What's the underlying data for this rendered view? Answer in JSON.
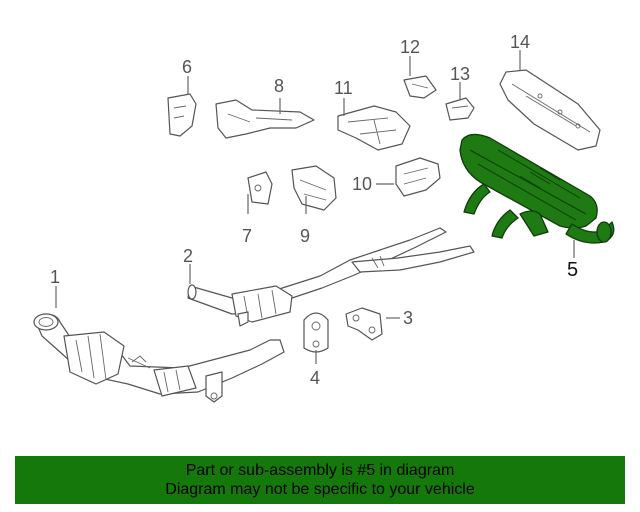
{
  "diagram": {
    "callouts": [
      "1",
      "2",
      "3",
      "4",
      "5",
      "6",
      "7",
      "8",
      "9",
      "10",
      "11",
      "12",
      "13",
      "14"
    ],
    "highlighted_callout": "5",
    "highlight_color": "#1f7a13"
  },
  "banner": {
    "line1": "Part or sub-assembly is #5 in diagram",
    "line2": "Diagram may not be specific to your vehicle",
    "background": "#15780a"
  }
}
